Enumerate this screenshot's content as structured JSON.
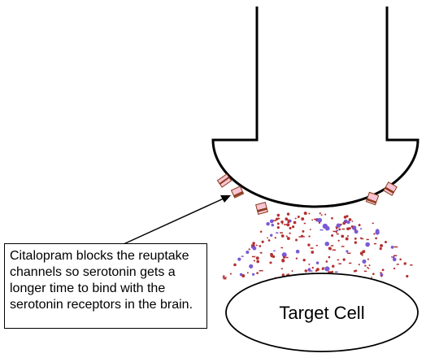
{
  "caption": {
    "lines": [
      "Citalopram blocks the reuptake",
      "channels so serotonin gets a",
      "longer time to bind with the",
      "serotonin receptors in the brain."
    ]
  },
  "target_cell": {
    "label": "Target Cell"
  },
  "colors": {
    "outline": "#000000",
    "channel_fill": "#f6c4d4",
    "channel_band": "#8b3a1a",
    "serotonin_red": "#b53030",
    "serotonin_purple": "#7a5ad6",
    "receptor_blue": "#29a3e0"
  }
}
